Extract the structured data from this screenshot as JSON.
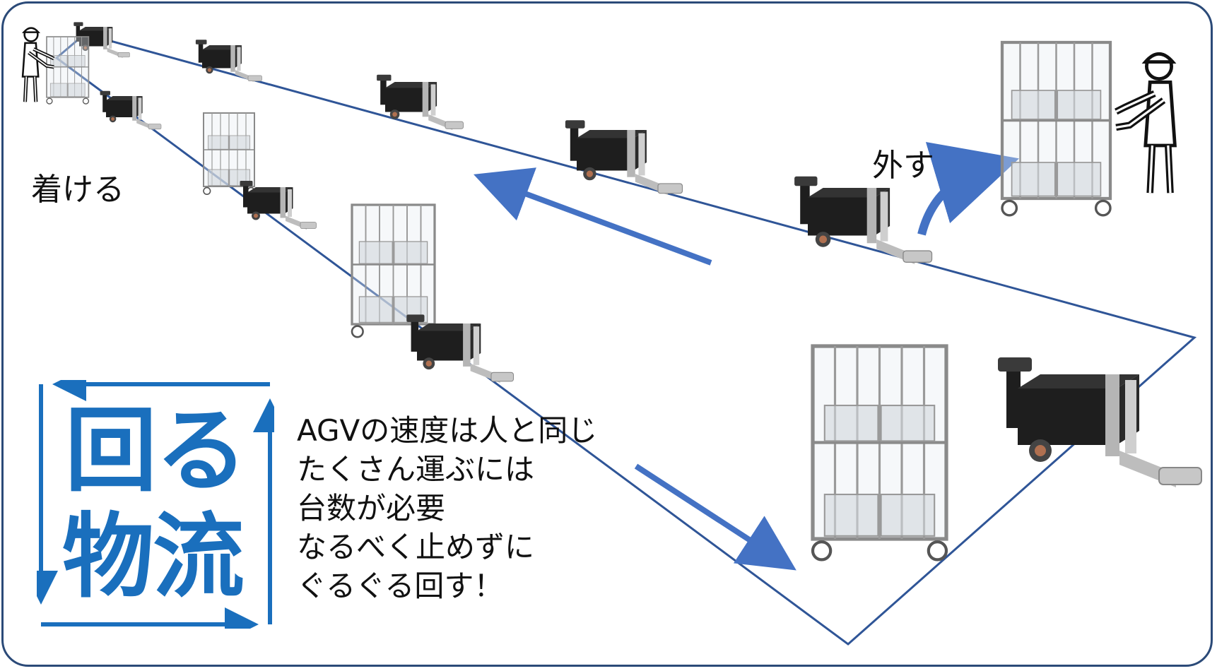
{
  "labels": {
    "attach": "着ける",
    "detach": "外す"
  },
  "badge": {
    "line1": "回る",
    "line2": "物流",
    "color": "#1a6fbd"
  },
  "note": {
    "lines": [
      "AGVの速度は人と同じ",
      "たくさん運ぶには",
      "台数が必要",
      "なるべく止めずに",
      "ぐるぐる回す！"
    ]
  },
  "colors": {
    "border": "#2b4a78",
    "route_line": "#2f5597",
    "flow_arrow": "#4472c4",
    "agv_body": "#1e1e1e",
    "cart_frame": "#8a8a8a"
  },
  "icons": {
    "worker_left": "worker-pushing-icon",
    "worker_right": "worker-pushing-icon",
    "agv": "agv-tug-icon",
    "cart": "roll-cage-cart-icon"
  }
}
